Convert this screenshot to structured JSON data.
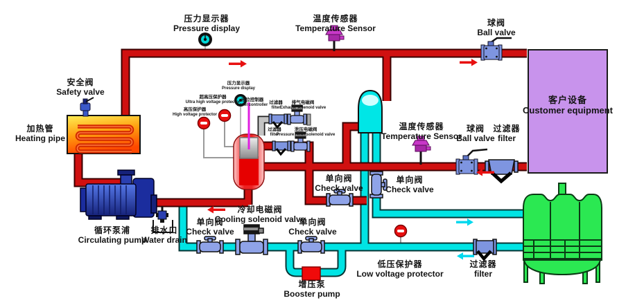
{
  "diagram": {
    "type": "piping-diagram",
    "labels": {
      "pressure_display_top": {
        "zh": "压力显示器",
        "en": "Pressure display"
      },
      "temperature_sensor_top": {
        "zh": "温度传感器",
        "en": "Temperature Sensor"
      },
      "ball_valve_top": {
        "zh": "球阀",
        "en": "Ball valve"
      },
      "safety_valve": {
        "zh": "安全阀",
        "en": "Safety valve"
      },
      "heating_pipe": {
        "zh": "加热管",
        "en": "Heating pipe"
      },
      "customer_equipment": {
        "zh": "客户设备",
        "en": "Customer equipment"
      },
      "tank_pressure_display": {
        "zh": "压力显示器",
        "en": "Pressure display"
      },
      "ultra_high_protector": {
        "zh": "超高压保护器",
        "en": "Ultra high voltage protector"
      },
      "high_protector": {
        "zh": "高压保护器",
        "en": "High voltage protector"
      },
      "level_controller": {
        "zh": "液位控制器",
        "en": "Level controller"
      },
      "filter_exhaust": {
        "zh": "过滤器",
        "en": "filter"
      },
      "exhaust_solenoid_valve": {
        "zh": "排气电磁阀",
        "en": "Exhaust solenoid valve"
      },
      "filter_relief": {
        "zh": "过滤器",
        "en": "filter"
      },
      "relief_solenoid_valve": {
        "zh": "泄压电磁阀",
        "en": "Pressure relief solenoid valve"
      },
      "temperature_sensor_right": {
        "zh": "温度传感器",
        "en": "Temperature Sensor"
      },
      "ball_valve_right": {
        "zh": "球阀",
        "en": "Ball valve"
      },
      "filter_right": {
        "zh": "过滤器",
        "en": "filter"
      },
      "check_valve_mid_left": {
        "zh": "单向阀",
        "en": "Check valve"
      },
      "check_valve_mid_right": {
        "zh": "单向阀",
        "en": "Check valve"
      },
      "circulating_pump": {
        "zh": "循环泵浦",
        "en": "Circulating pump"
      },
      "water_drain": {
        "zh": "排水口",
        "en": "Water drain"
      },
      "check_valve_bottom_left": {
        "zh": "单向阀",
        "en": "Check valve"
      },
      "cooling_solenoid_valve": {
        "zh": "冷却电磁阀",
        "en": "Cooling solenoid valve"
      },
      "check_valve_bottom_right": {
        "zh": "单向阀",
        "en": "Check valve"
      },
      "booster_pump": {
        "zh": "增压泵",
        "en": "Booster pump"
      },
      "low_pressure_protector": {
        "zh": "低压保护器",
        "en": "Low voltage protector"
      },
      "filter_bottom": {
        "zh": "过滤器",
        "en": "filter"
      }
    },
    "colors": {
      "hot_pipe": "#D01010",
      "cold_pipe": "#00E4E4",
      "gray_pipe": "#C4C4C4",
      "customer_equipment_fill": "#C893EC",
      "cooling_tower_fill": "#2BE852",
      "valve_fill": "#8FA3E8",
      "pump_fill": "#1B2D9E",
      "booster_pump_fill": "#F00A0A",
      "sensor_fill": "#C838C8",
      "protector_fill": "#E81010",
      "heating_box_gradient": [
        "#FFEE55",
        "#FFA010",
        "#FF4800"
      ],
      "tank_center": "#E60000"
    }
  }
}
